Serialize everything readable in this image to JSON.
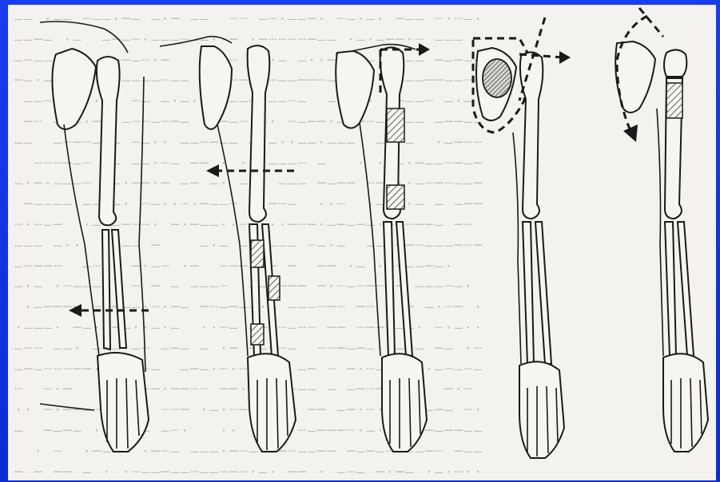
{
  "figure": {
    "panel_count": 5,
    "colors": {
      "frame": "#1030e0",
      "paper": "#f4f2ee",
      "ink": "#1a1a1a",
      "faint_text": "#9a9a9a"
    },
    "panels": [
      {
        "name": "arm-1",
        "shaded_segments": [],
        "arrows": [
          "forearm-left"
        ]
      },
      {
        "name": "arm-2",
        "shaded_segments": [
          "forearm-mid",
          "forearm-lower"
        ],
        "arrows": [
          "humerus-left"
        ]
      },
      {
        "name": "arm-3",
        "shaded_segments": [
          "humerus-mid",
          "humerus-lower"
        ],
        "arrows": [
          "shoulder-right"
        ]
      },
      {
        "name": "arm-4",
        "shaded_segments": [
          "scapula-circle"
        ],
        "arrows": [
          "scapula-outline",
          "shoulder-right"
        ]
      },
      {
        "name": "arm-5",
        "shaded_segments": [
          "humerus-upper"
        ],
        "arrows": [
          "scapula-curve"
        ]
      }
    ]
  }
}
